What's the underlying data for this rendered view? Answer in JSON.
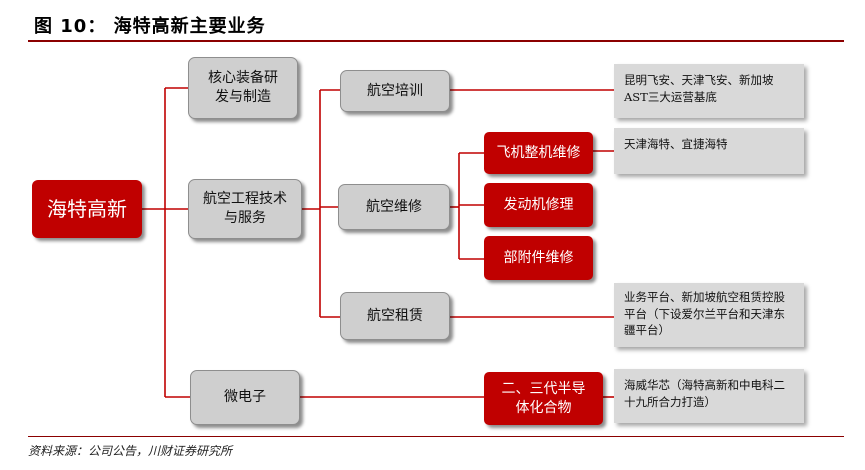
{
  "header": {
    "title": "图 10：  海特高新主要业务"
  },
  "root": "海特高新",
  "level1": {
    "core": "核心装备研发与制造",
    "aviation": "航空工程技术与服务",
    "micro": "微电子"
  },
  "level2": {
    "training": "航空培训",
    "maintenance": "航空维修",
    "leasing": "航空租赁"
  },
  "level3": {
    "aircraft": "飞机整机维修",
    "engine": "发动机修理",
    "parts": "部附件维修",
    "semiconductor": "二、三代半导体化合物"
  },
  "notes": {
    "training": "昆明飞安、天津飞安、新加坡AST三大运营基底",
    "aircraft": "天津海特、宜捷海特",
    "leasing": "业务平台、新加坡航空租赁控股平台（下设爱尔兰平台和天津东疆平台）",
    "semiconductor": "海威华芯（海特高新和中电科二十九所合力打造）"
  },
  "colors": {
    "red": "#c00000",
    "line": "#c00000",
    "gray": "#cfcfcf",
    "note": "#d9d9d9",
    "rule": "#8b0000"
  },
  "footer": {
    "source": "资料来源：公司公告，川财证券研究所"
  }
}
